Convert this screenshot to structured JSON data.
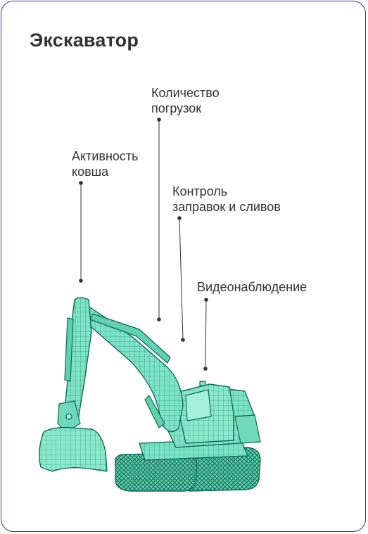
{
  "title": "Экскаватор",
  "labels": {
    "load_count": {
      "line1": "Количество",
      "line2": "погрузок"
    },
    "bucket_activity": {
      "line1": "Активность",
      "line2": "ковша"
    },
    "fuel_control": {
      "line1": "Контроль",
      "line2": "заправок и сливов"
    },
    "video": {
      "line1": "Видеонаблюдение"
    }
  },
  "colors": {
    "border": "#2c3e8f",
    "text": "#333333",
    "body_fill": "#7ee3c4",
    "wire": "#0f6a57"
  }
}
